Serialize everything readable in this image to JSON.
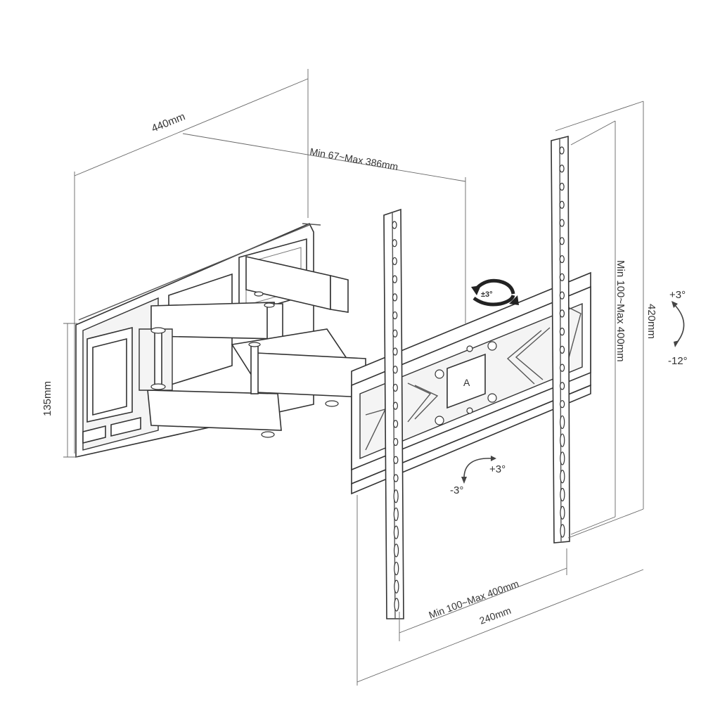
{
  "dimensions": {
    "wall_plate_width": "440mm",
    "extension": "Min 67~Max 386mm",
    "wall_plate_height": "135mm",
    "vesa_vertical": "Min 100~Max 400mm",
    "panel_height": "420mm",
    "vesa_horizontal": "Min 100~Max 400mm",
    "panel_width": "240mm"
  },
  "angles": {
    "tilt_up": "+3°",
    "tilt_down": "-12°",
    "swivel_up": "+3°",
    "swivel_down": "-3°",
    "rotate": "±3°"
  },
  "plate_marker": "A"
}
